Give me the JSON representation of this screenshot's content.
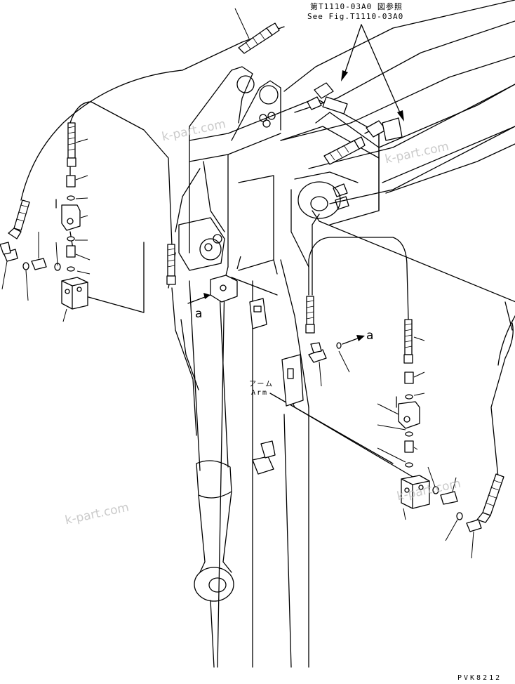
{
  "reference": {
    "jp": "第T1110-03A0 図参照",
    "en": "See Fig.T1110-03A0"
  },
  "view_marks": {
    "left": "a",
    "right": "a"
  },
  "arm_label": {
    "jp": "アーム",
    "en": "Arm"
  },
  "watermarks": [
    "k-part.com",
    "k-part.com",
    "k-part.com",
    "k-part.com"
  ],
  "drawing_code": "PVK8212"
}
